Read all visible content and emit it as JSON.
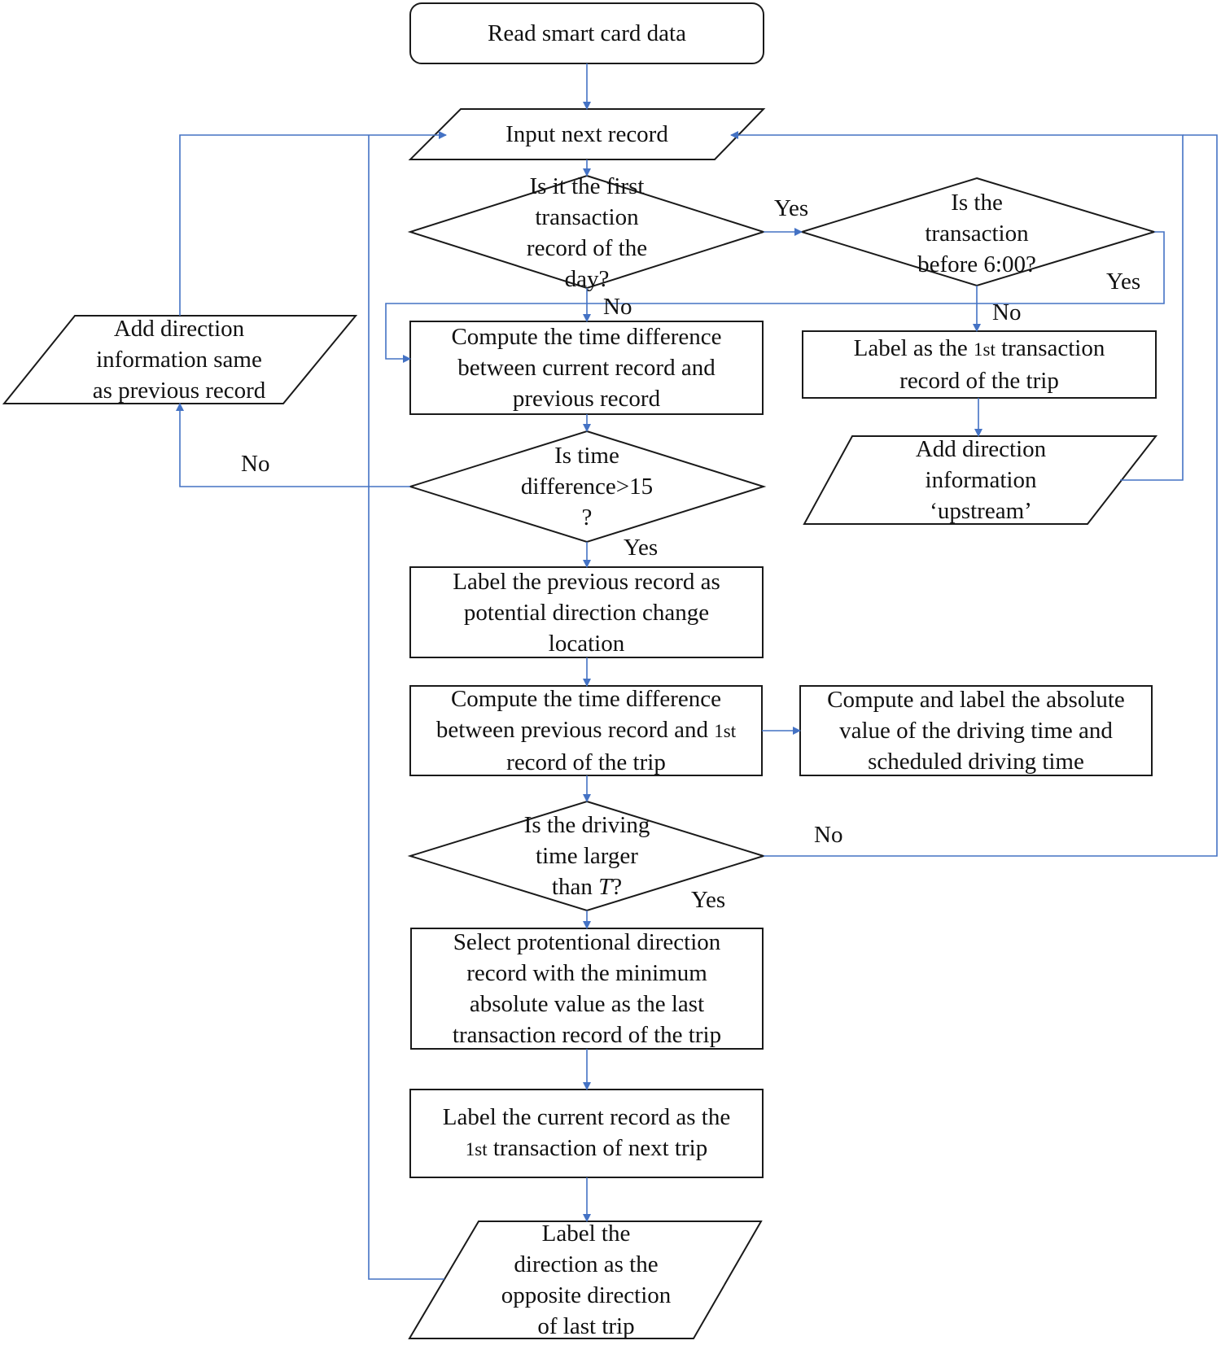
{
  "colors": {
    "connector": "#4472c4",
    "outline": "#1a1a1a",
    "background": "#ffffff"
  },
  "nodes": {
    "start": {
      "shape": "rounded-rect",
      "text": "Read smart card data"
    },
    "input": {
      "shape": "parallelogram",
      "text": "Input next record"
    },
    "first_txn": {
      "shape": "diamond",
      "text": "Is it the first\ntransaction\nrecord of the\nday?"
    },
    "before_six": {
      "shape": "diamond",
      "text": "Is the\ntransaction\nbefore 6:00?"
    },
    "label_first": {
      "shape": "rect",
      "pre": "Label as the ",
      "ord": "1st",
      "post": " transaction\nrecord of the trip"
    },
    "add_upstream": {
      "shape": "parallelogram",
      "text": "Add direction\ninformation\n‘upstream’"
    },
    "compute_diff": {
      "shape": "rect",
      "text": "Compute the time difference\nbetween current record and\nprevious record"
    },
    "add_same": {
      "shape": "parallelogram",
      "text": "Add direction\ninformation same\nas previous record"
    },
    "diff_gt": {
      "shape": "diamond",
      "text": "Is time\ndifference>15\n?"
    },
    "label_prev": {
      "shape": "rect",
      "text": "Label the previous record as\npotential direction change\nlocation"
    },
    "compute_drive": {
      "shape": "rect",
      "pre": "Compute the time difference\nbetween previous record and ",
      "ord": "1st",
      "post": "\nrecord of the trip"
    },
    "compute_abs": {
      "shape": "rect",
      "text": "Compute and label the absolute\nvalue of the driving time and\nscheduled driving time"
    },
    "drive_gt": {
      "shape": "diamond",
      "pre": "Is the driving\ntime larger\nthan ",
      "var": "T",
      "post": "?"
    },
    "select_min": {
      "shape": "rect",
      "text": "Select protentional direction\nrecord with the minimum\nabsolute value as the last\ntransaction record of the trip"
    },
    "label_current": {
      "shape": "rect",
      "pre": "Label the current record as the\n",
      "ord": "1st",
      "post": " transaction of next trip"
    },
    "label_opposite": {
      "shape": "parallelogram",
      "text": "Label the\ndirection as the\nopposite direction\nof last trip"
    }
  },
  "edge_labels": {
    "first_yes": "Yes",
    "first_no": "No",
    "six_yes": "Yes",
    "six_no": "No",
    "diff_no": "No",
    "diff_yes": "Yes",
    "drive_no": "No",
    "drive_yes": "Yes"
  }
}
